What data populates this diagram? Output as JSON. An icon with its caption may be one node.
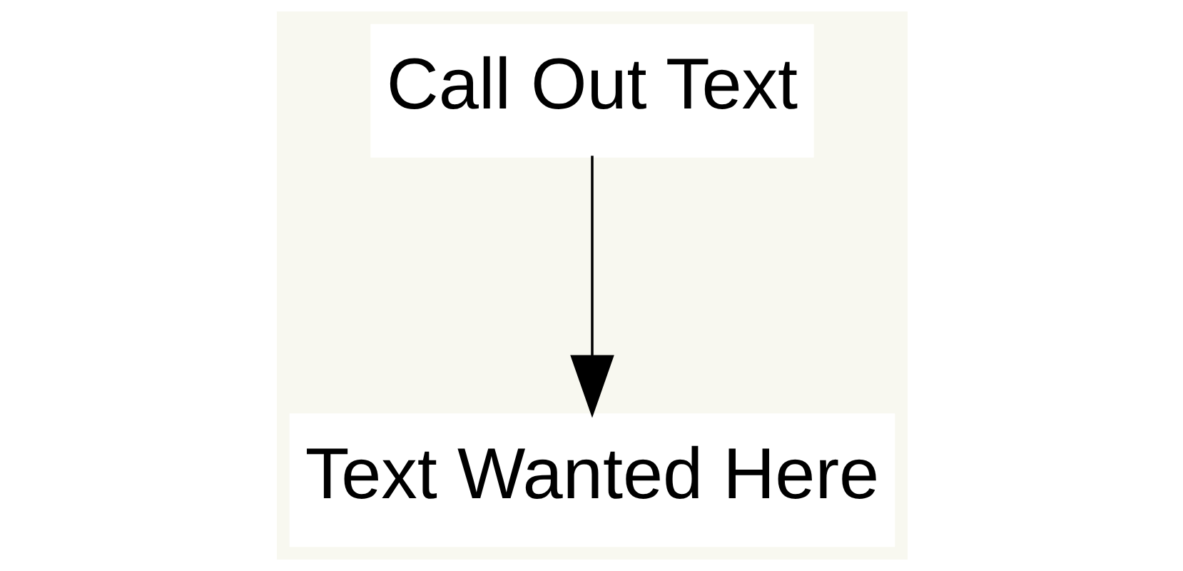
{
  "diagram": {
    "nodes": [
      {
        "text": [
          "Call Out Text"
        ]
      },
      {
        "text": [
          "Text Wanted Here"
        ]
      }
    ],
    "edges": [
      {
        "from": 0,
        "to": 1,
        "arrow": "to"
      }
    ]
  }
}
